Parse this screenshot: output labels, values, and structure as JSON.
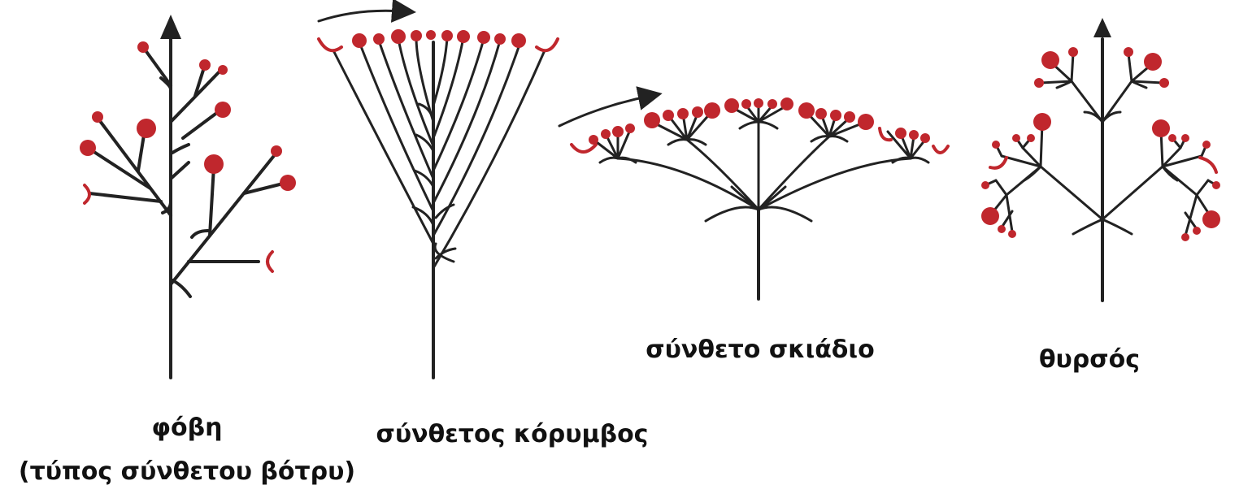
{
  "diagram": {
    "colors": {
      "stem": "#222222",
      "flower": "#c0272d",
      "bud": "#8b1e24"
    },
    "inflorescences": [
      {
        "id": "panicle",
        "label_line1": "φόβη",
        "label_line2": "(τύπος σύνθετου βότρυ)"
      },
      {
        "id": "corymb",
        "label": "σύνθετος κόρυμβος"
      },
      {
        "id": "umbel",
        "label": "σύνθετο σκιάδιο"
      },
      {
        "id": "thyrse",
        "label": "θυρσός"
      }
    ]
  }
}
